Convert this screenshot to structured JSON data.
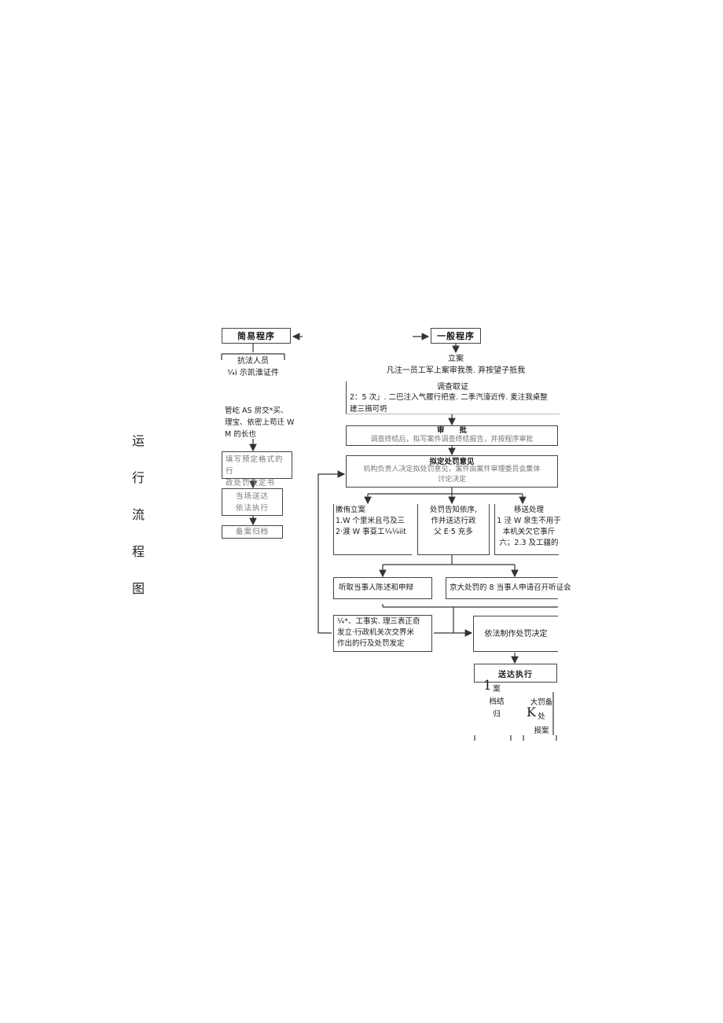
{
  "side_title_chars": [
    "运",
    "行",
    "流",
    "程",
    "图"
  ],
  "simple": {
    "title": "简易程序",
    "step1": "抗法人员\n¼i 示凯淮证件",
    "step2": "管屹 AS 房交*买、\n理宝、依密上苟迁 W\nM 的长也",
    "step3": "填写预定格式的行\n政处罚决定书",
    "step4": "当场送达\n依法执行",
    "step5": "备案归档"
  },
  "general": {
    "title": "一般程序",
    "filing": "立案\n凡注一员工军上案审我羡. 弃按望子抵我",
    "investigation_title": "调查取证",
    "investigation_body": "2：5 次」. 二巴注入气履行把查. 二季汽濠近传. 麦注我桌整\n建三揖可坍",
    "review_title": "审　　批",
    "review_body": "调查终结后，拟写案件调查终结报告，并按程序审批",
    "proposal_title": "拟定处罚意见",
    "proposal_body": "机构负责人决定拟处罚意见，案件由案件审理委员会集体\n讨论决定",
    "branch_left": "撒侑立案\n1.W 个里米且弓及三\n2·渡 W 事芟工¼¼iit",
    "branch_mid": "处罚告知依序,\n作并送达行政\n父 E·5 充多",
    "branch_right": "移送处理\n1 泾 W 泉生不用于\n本机关欠它事斤\n六；2.3 及工疆的",
    "hear_statement": "听取当事人陈述和申辩",
    "hearing": "京大处罚的 8 当事人申请召开听证会",
    "re_decision": "¼*、工事实. 理三表正奇\n发立·行政机关次交界米\n作出的行及处罚发定",
    "decision": "依法制作处罚决定",
    "delivery": "送达执行",
    "archive": "案\n档结\n归",
    "archive_mark": "1",
    "report": "大罚备\n处\n报案",
    "report_mark": "K"
  }
}
